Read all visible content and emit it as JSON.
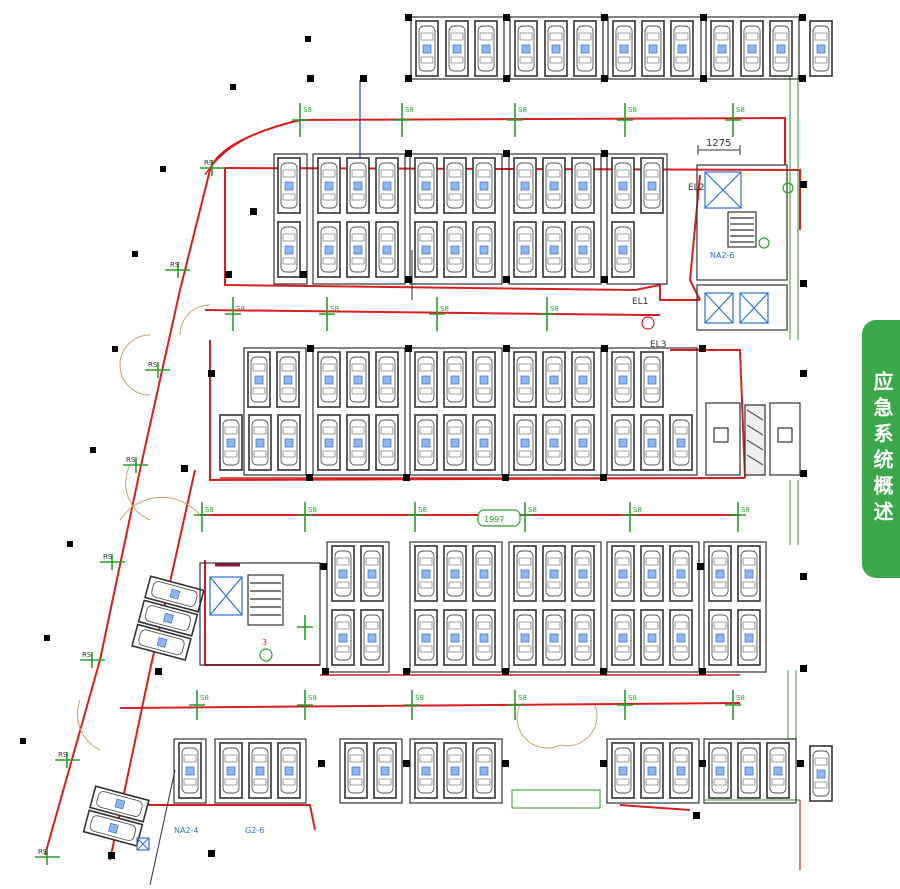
{
  "side_tab": {
    "text": "应急系统概述"
  },
  "labels": {
    "dim_1275": "1275",
    "el2": "EL2",
    "el1": "EL1",
    "el3": "EL3",
    "na2_6": "NA2-6",
    "na2_4": "NA2-4",
    "g2_6": "G2-6",
    "zone_sign": "1997",
    "stair_tag": "3"
  },
  "sensor_tag": "S8",
  "rs_tag": "RS",
  "colors": {
    "wire": "#d81e1e",
    "stall": "#333333",
    "car": "#2f6fd0",
    "sensor": "#2a9d2a",
    "tab": "#3aa84a",
    "wall": "#000000"
  }
}
